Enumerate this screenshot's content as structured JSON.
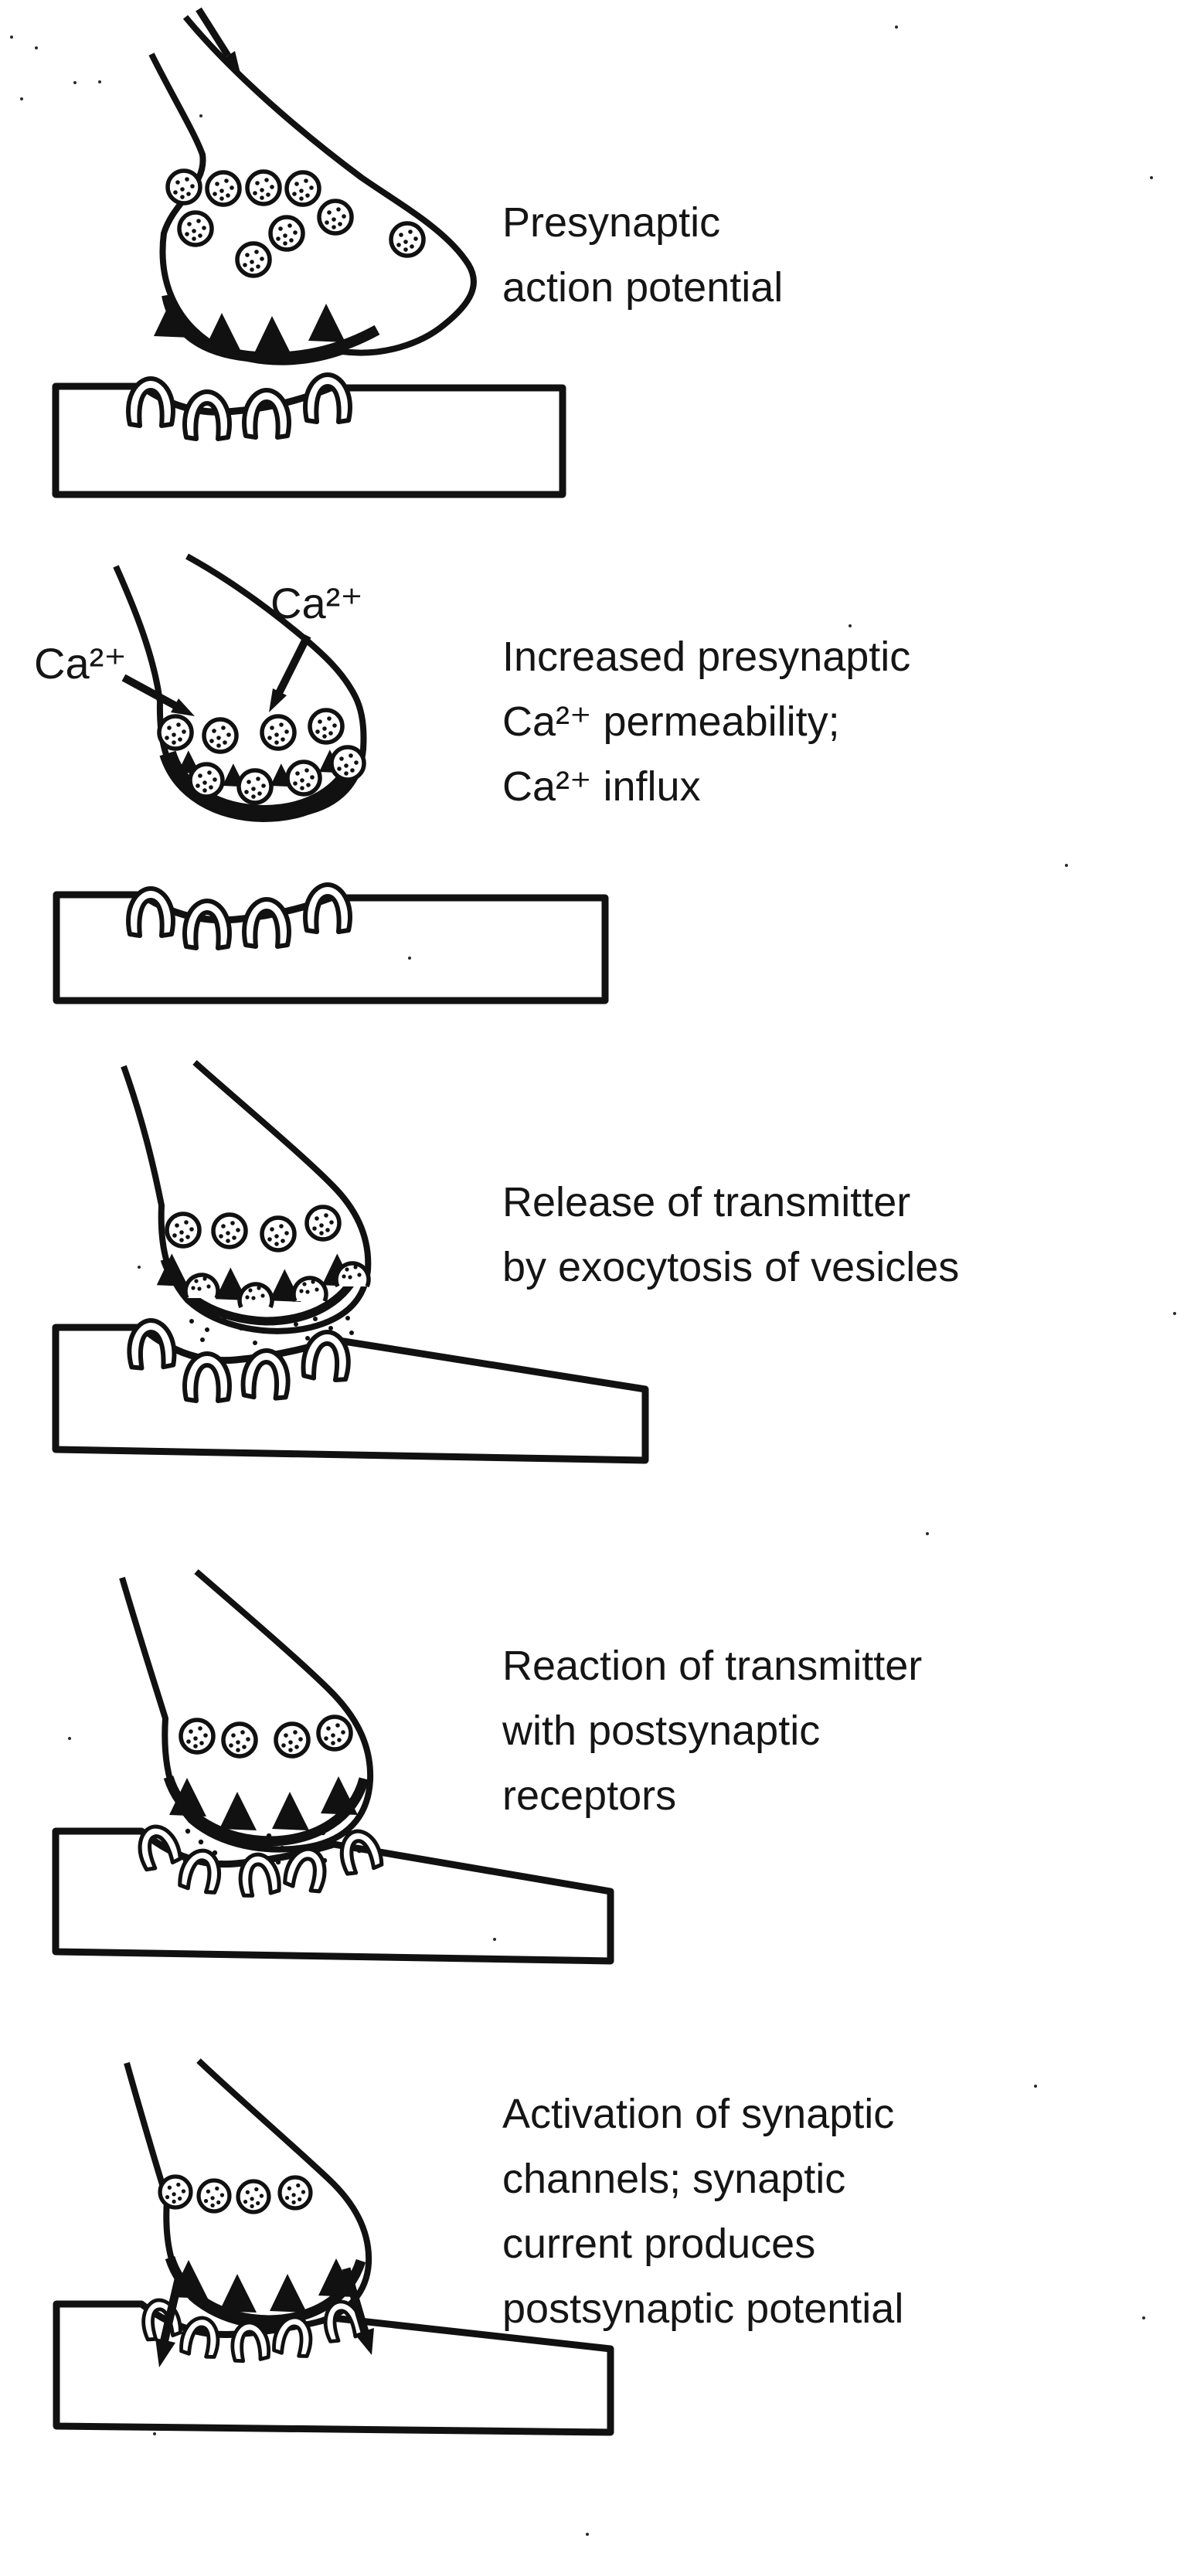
{
  "figure": {
    "name": "steps-of-synaptic-transmission",
    "panels": [
      {
        "label_lines": [
          "Presynaptic",
          "action potential"
        ]
      },
      {
        "label_lines": [
          "Increased presynaptic",
          "Ca²⁺ permeability;",
          "Ca²⁺ influx"
        ],
        "ca_annotation_left": "Ca²⁺",
        "ca_annotation_right": "Ca²⁺"
      },
      {
        "label_lines": [
          "Release of transmitter",
          "by exocytosis of vesicles"
        ]
      },
      {
        "label_lines": [
          "Reaction of transmitter",
          "with postsynaptic",
          "receptors"
        ]
      },
      {
        "label_lines": [
          "Activation of synaptic",
          "channels; synaptic",
          "current produces",
          "postsynaptic potential"
        ]
      }
    ]
  }
}
